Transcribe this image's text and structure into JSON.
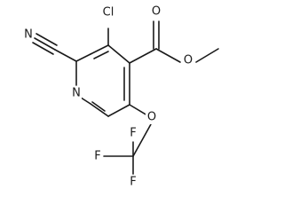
{
  "atoms": {
    "nitrile_n": "N",
    "ring_n": "N",
    "chlorine": "Cl",
    "carbonyl_o": "O",
    "ester_o": "O",
    "ether_o": "O",
    "fluorine_top": "F",
    "fluorine_left": "F",
    "fluorine_bottom": "F"
  },
  "colors": {
    "bond": "#1a1a1a",
    "background": "#ffffff"
  }
}
